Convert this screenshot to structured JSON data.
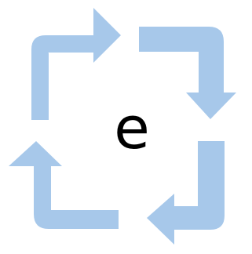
{
  "diagram": {
    "center_label": "e",
    "arrow_color": "#a7c8ea",
    "background_color": "#ffffff",
    "arrows": [
      {
        "name": "top-left-arrow",
        "direction": "right"
      },
      {
        "name": "top-right-arrow",
        "direction": "down"
      },
      {
        "name": "bottom-right-arrow",
        "direction": "left"
      },
      {
        "name": "bottom-left-arrow",
        "direction": "up"
      }
    ]
  }
}
